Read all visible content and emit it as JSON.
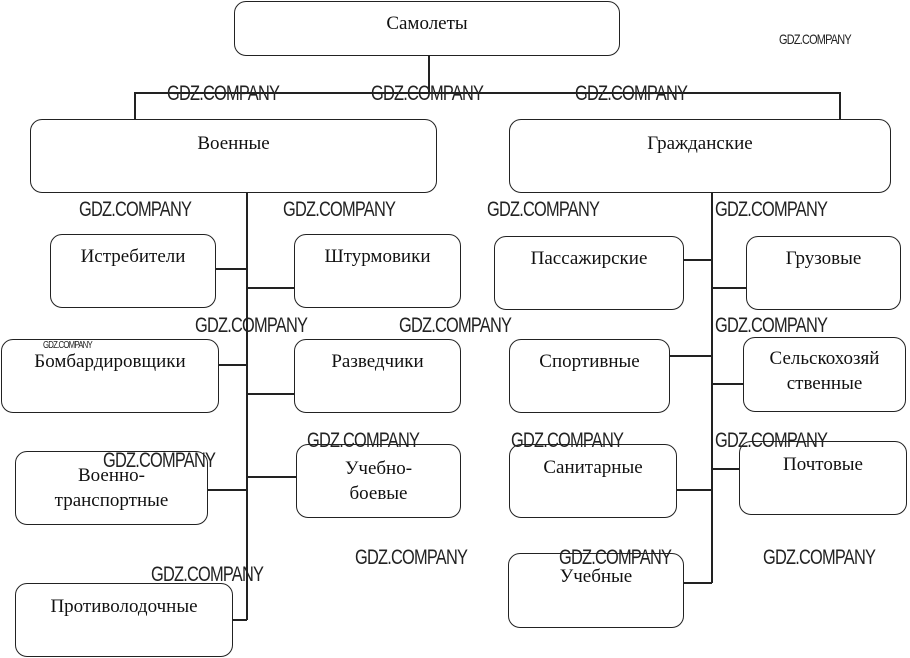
{
  "root": {
    "label": "Самолеты"
  },
  "military": {
    "label": "Военные",
    "children": [
      {
        "label": "Истребители"
      },
      {
        "label": "Штурмовики"
      },
      {
        "label": "Бомбардировщики"
      },
      {
        "label": "Разведчики"
      },
      {
        "label": "Военно-",
        "label2": "транспортные"
      },
      {
        "label": "Учебно-",
        "label2": "боевые"
      },
      {
        "label": "Противолодочные"
      }
    ]
  },
  "civil": {
    "label": "Гражданские",
    "children": [
      {
        "label": "Пассажирские"
      },
      {
        "label": "Грузовые"
      },
      {
        "label": "Спортивные"
      },
      {
        "label": "Сельскохозяй",
        "label2": "ственные"
      },
      {
        "label": "Санитарные"
      },
      {
        "label": "Почтовые"
      },
      {
        "label": "Учебные"
      }
    ]
  },
  "watermark": {
    "text": "GDZ.COMPANY"
  }
}
